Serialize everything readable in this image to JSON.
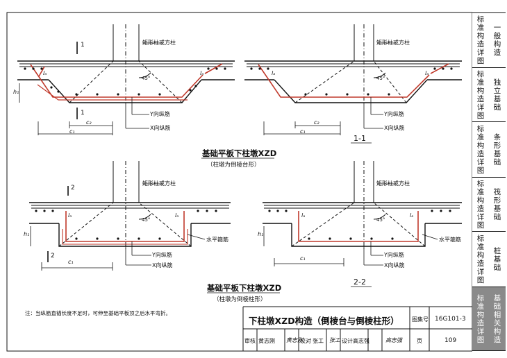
{
  "diagram": {
    "titles": {
      "top": "基础平板下柱墩XZD",
      "top_sub": "（柱墩为倒棱台形）",
      "bottom": "基础平板下柱墩XZD",
      "bottom_sub": "（柱墩为倒棱柱形）"
    },
    "section_labels": {
      "s11": "1-1",
      "s22": "2-2",
      "cut1": "1",
      "cut2": "2"
    },
    "labels": {
      "column": "矩形柱或方柱",
      "y_bar": "Y向纵筋",
      "x_bar": "X向纵筋",
      "h_bar": "水平箍筋",
      "angle": "45°",
      "la": "lₐ",
      "h1": "h₁",
      "c1": "c₁",
      "c2": "c₂"
    }
  },
  "note": "注：当纵筋直锚长度不足时，可伸至基础平板顶之后水平弯折。",
  "title_block": {
    "title": "下柱墩XZD构造（倒棱台与倒棱柱形）",
    "atlas_label": "图集号",
    "atlas_no": "16G101-3",
    "page_label": "页",
    "page_no": "109",
    "review_label": "审核",
    "reviewer": "黄志刚",
    "reviewer_sig": "黄志刚",
    "check_label": "校对",
    "checker": "张工",
    "checker_sig": "张工",
    "design_label": "设计",
    "designer": "高志强",
    "designer_sig": "高志强"
  },
  "sidebar": [
    {
      "left": [
        "标",
        "准",
        "构",
        "造",
        "详",
        "图"
      ],
      "right": [
        "一",
        "般",
        "构",
        "造"
      ]
    },
    {
      "left": [
        "标",
        "准",
        "构",
        "造",
        "详",
        "图"
      ],
      "right": [
        "独",
        "立",
        "基",
        "础"
      ]
    },
    {
      "left": [
        "标",
        "准",
        "构",
        "造",
        "详",
        "图"
      ],
      "right": [
        "条",
        "形",
        "基",
        "础"
      ]
    },
    {
      "left": [
        "标",
        "准",
        "构",
        "造",
        "详",
        "图"
      ],
      "right": [
        "筏",
        "形",
        "基",
        "础"
      ]
    },
    {
      "left": [
        "标",
        "准",
        "构",
        "造",
        "详",
        "图"
      ],
      "right": [
        "桩",
        "基",
        "础"
      ]
    },
    {
      "left": [
        "标",
        "准",
        "构",
        "造",
        "详",
        "图"
      ],
      "right": [
        "基",
        "础",
        "相",
        "关",
        "构",
        "造"
      ]
    }
  ],
  "colors": {
    "rebar": "#c0392b",
    "line": "#111111"
  }
}
